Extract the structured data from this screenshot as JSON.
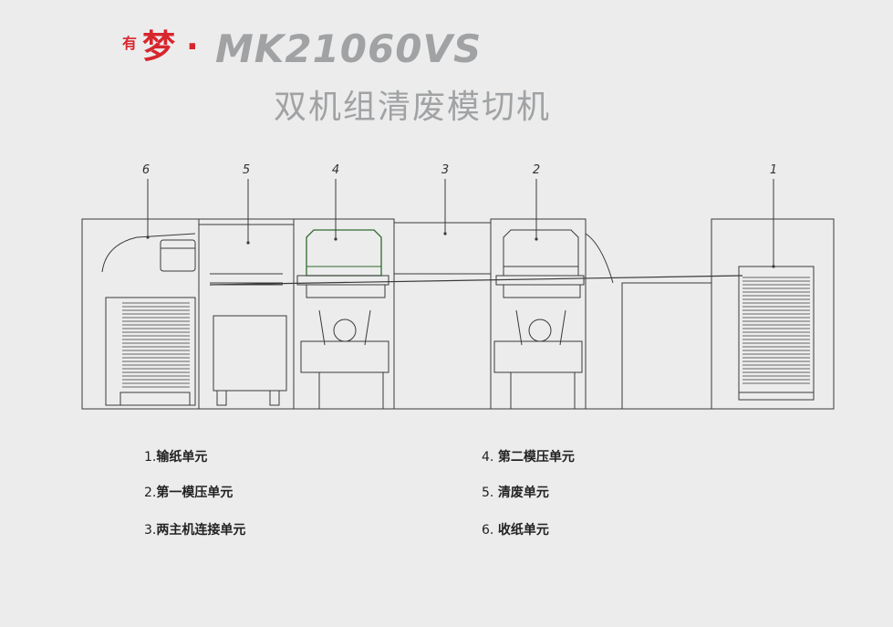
{
  "brand": {
    "prefix": "有",
    "name": "梦",
    "separator": "·",
    "model": "MK21060VS"
  },
  "subtitle": "双机组清废模切机",
  "units": [
    {
      "number": "1",
      "name": "输纸单元"
    },
    {
      "number": "2",
      "name": "第一模压单元"
    },
    {
      "number": "3",
      "name": "两主机连接单元"
    },
    {
      "number": "4",
      "name": "第二模压单元"
    },
    {
      "number": "5",
      "name": "清废单元"
    },
    {
      "number": "6",
      "name": "收纸单元"
    }
  ],
  "colors": {
    "brand_red": "#d7262d",
    "title_gray": "#a0a2a4",
    "line": "#3a3a3a",
    "die_head_green": "#2f6b2f",
    "background": "#ececec"
  }
}
